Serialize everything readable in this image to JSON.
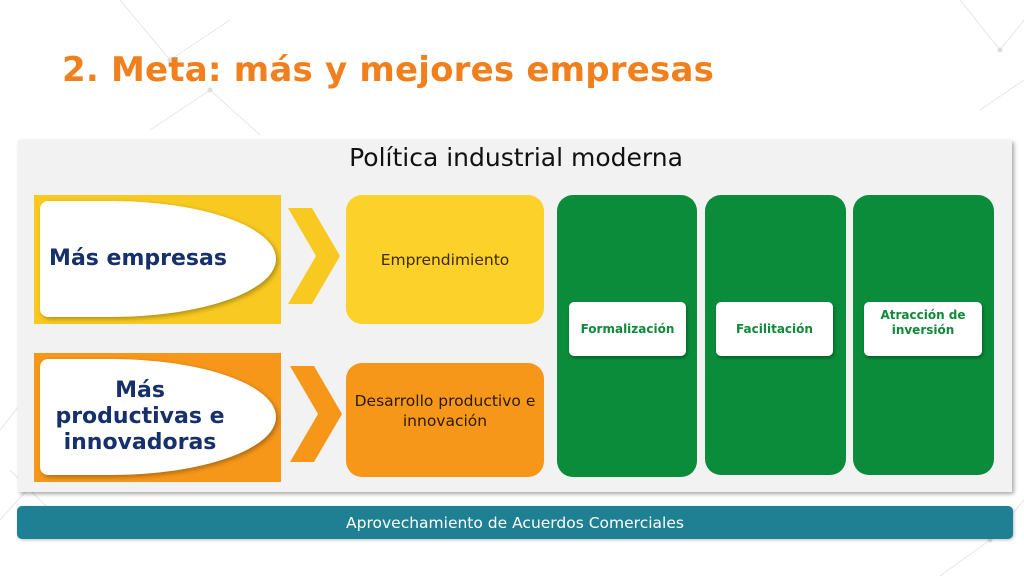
{
  "title": "2. Meta: más y mejores empresas",
  "panel": {
    "title": "Política industrial moderna"
  },
  "goals": [
    {
      "label": "Más empresas",
      "color": "#f8c920"
    },
    {
      "label": "Más productivas e innovadoras",
      "color": "#f6971a"
    }
  ],
  "outcomes": [
    {
      "label": "Emprendimiento",
      "color": "#fbd12a"
    },
    {
      "label": "Desarrollo productivo e innovación",
      "color": "#f6971a"
    }
  ],
  "pillars": [
    {
      "label": "Formalización"
    },
    {
      "label": "Facilitación"
    },
    {
      "label": "Atracción de inversión"
    }
  ],
  "footer": {
    "label": "Aprovechamiento de Acuerdos Comerciales"
  },
  "colors": {
    "title": "#f07f1e",
    "pillar": "#0b8c3a",
    "footer": "#1f7f93",
    "goal_text": "#16306b"
  }
}
